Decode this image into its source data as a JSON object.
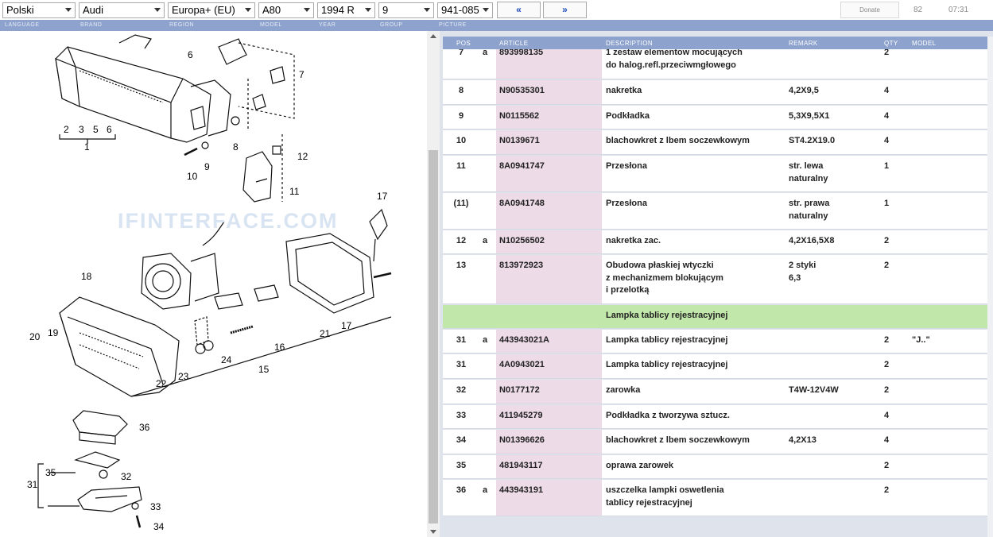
{
  "selectors": {
    "language": "Polski",
    "brand": "Audi",
    "region": "Europa+ (EU)",
    "model": "A80",
    "year": "1994  R",
    "group": "9",
    "picture": "941-085"
  },
  "nav": {
    "prev": "«",
    "next": "»",
    "donate": "Donate",
    "count": "82",
    "time": "07:31"
  },
  "labels": {
    "language": "LANGUAGE",
    "brand": "BRAND",
    "region": "REGION",
    "model": "MODEL",
    "year": "YEAR",
    "group": "GROUP",
    "picture": "PICTURE"
  },
  "watermark": "IFINTERFACE.COM",
  "table": {
    "headers": {
      "pos": "POS",
      "article": "ARTICLE",
      "description": "DESCRIPTION",
      "remark": "REMARK",
      "qty": "QTY",
      "model": "MODEL"
    },
    "rows": [
      {
        "pos": "7",
        "flag": "a",
        "article": "893998135",
        "description": "1 zestaw elementow mocujących\ndo halog.refl.przeciwmgłowego",
        "remark": "",
        "qty": "2",
        "model": ""
      },
      {
        "pos": "8",
        "flag": "",
        "article": "N90535301",
        "description": "nakretka",
        "remark": "4,2X9,5",
        "qty": "4",
        "model": ""
      },
      {
        "pos": "9",
        "flag": "",
        "article": "N0115562",
        "description": "Podkładka",
        "remark": "5,3X9,5X1",
        "qty": "4",
        "model": ""
      },
      {
        "pos": "10",
        "flag": "",
        "article": "N0139671",
        "description": "blachowkret z lbem soczewkowym",
        "remark": "ST4.2X19.0",
        "qty": "4",
        "model": ""
      },
      {
        "pos": "11",
        "flag": "",
        "article": "8A0941747",
        "description": "Przesłona",
        "remark": "str. lewa\nnaturalny",
        "qty": "1",
        "model": ""
      },
      {
        "pos": "(11)",
        "flag": "",
        "article": "8A0941748",
        "description": "Przesłona",
        "remark": "str. prawa\nnaturalny",
        "qty": "1",
        "model": ""
      },
      {
        "pos": "12",
        "flag": "a",
        "article": "N10256502",
        "description": "nakretka zac.",
        "remark": "4,2X16,5X8",
        "qty": "2",
        "model": ""
      },
      {
        "pos": "13",
        "flag": "",
        "article": "813972923",
        "description": "Obudowa płaskiej wtyczki\nz mechanizmem blokującym\ni przelotką",
        "remark": "2 styki\n6,3",
        "qty": "2",
        "model": ""
      },
      {
        "section": true,
        "description": "Lampka tablicy rejestracyjnej"
      },
      {
        "pos": "31",
        "flag": "a",
        "article": "443943021A",
        "description": "Lampka tablicy rejestracyjnej",
        "remark": "",
        "qty": "2",
        "model": "\"J..\""
      },
      {
        "pos": "31",
        "flag": "",
        "article": "4A0943021",
        "description": "Lampka tablicy rejestracyjnej",
        "remark": "",
        "qty": "2",
        "model": ""
      },
      {
        "pos": "32",
        "flag": "",
        "article": "N0177172",
        "description": "zarowka",
        "remark": "T4W-12V4W",
        "qty": "2",
        "model": ""
      },
      {
        "pos": "33",
        "flag": "",
        "article": "411945279",
        "description": "Podkładka z tworzywa sztucz.",
        "remark": "",
        "qty": "4",
        "model": ""
      },
      {
        "pos": "34",
        "flag": "",
        "article": "N01396626",
        "description": "blachowkret z lbem soczewkowym",
        "remark": "4,2X13",
        "qty": "4",
        "model": ""
      },
      {
        "pos": "35",
        "flag": "",
        "article": "481943117",
        "description": "oprawa zarowek",
        "remark": "",
        "qty": "2",
        "model": ""
      },
      {
        "pos": "36",
        "flag": "a",
        "article": "443943191",
        "description": "uszczelka lampki oswetlenia\ntablicy rejestracyjnej",
        "remark": "",
        "qty": "2",
        "model": ""
      }
    ]
  }
}
